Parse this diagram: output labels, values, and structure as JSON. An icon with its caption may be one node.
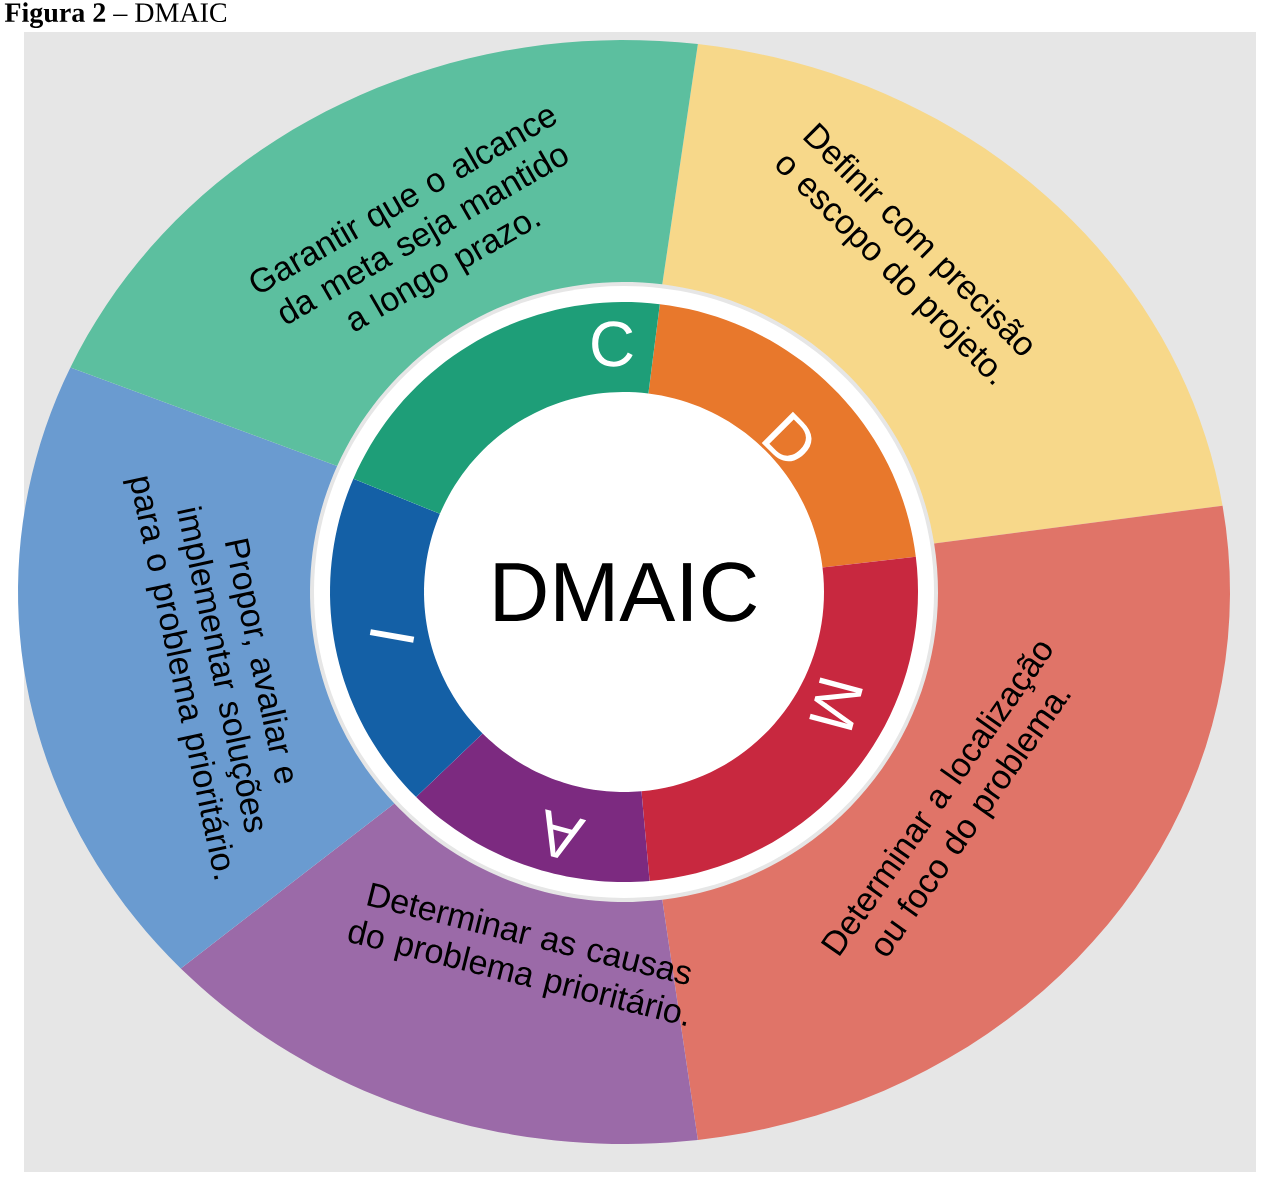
{
  "diagram": {
    "title": "**Figura 2** – DMAIC",
    "nodes": [
      {
        "text": [
          "Definir com precisão o escopo do projeto."
        ]
      },
      {
        "text": [
          "Determinar a localização ou foco do problema."
        ]
      },
      {
        "text": [
          "Determinar as causas do problema prioritário."
        ]
      },
      {
        "text": [
          "Propor, avaliar e implementar soluções para o problema prioritário."
        ]
      },
      {
        "text": [
          "Garantir que o alcance da meta seja mantido a longo prazo."
        ]
      },
      {
        "text": [
          "D"
        ]
      },
      {
        "text": [
          "M"
        ]
      },
      {
        "text": [
          "A"
        ]
      },
      {
        "text": [
          "I"
        ]
      },
      {
        "text": [
          "C"
        ]
      },
      {
        "text": [
          "DMAIC"
        ]
      }
    ]
  }
}
